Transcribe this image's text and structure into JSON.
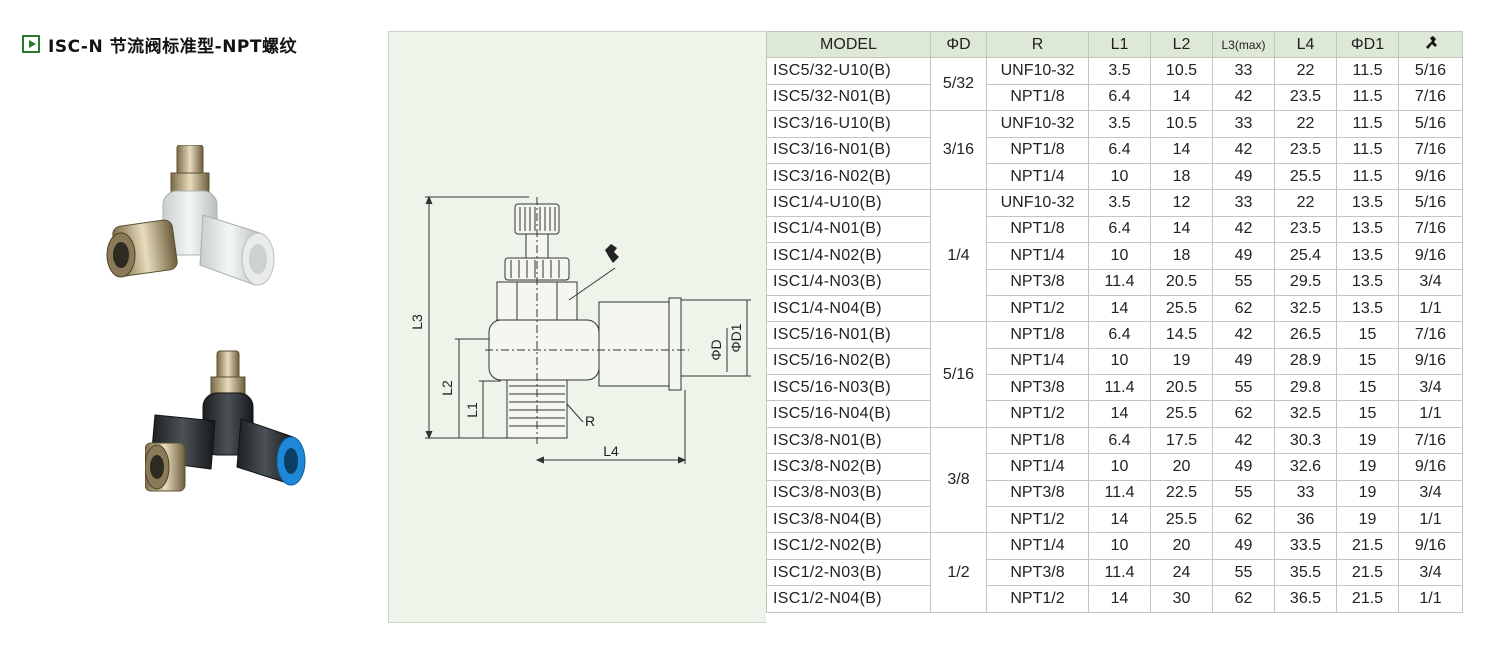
{
  "title": "ISC-N 节流阀标准型-NPT螺纹",
  "icons": {
    "title_marker": "play-icon",
    "last_column_header": "wrench-icon"
  },
  "drawing": {
    "labels": {
      "l1": "L1",
      "l2": "L2",
      "l3": "L3",
      "l4": "L4",
      "phi_d": "ΦD",
      "phi_d1": "ΦD1",
      "r": "R"
    }
  },
  "table": {
    "headers": [
      "MODEL",
      "ΦD",
      "R",
      "L1",
      "L2",
      "L3(max)",
      "L4",
      "ΦD1"
    ],
    "groups": [
      {
        "phi_d": "5/32",
        "rows": [
          [
            "ISC5/32-U10(B)",
            "UNF10-32",
            "3.5",
            "10.5",
            "33",
            "22",
            "11.5",
            "5/16"
          ],
          [
            "ISC5/32-N01(B)",
            "NPT1/8",
            "6.4",
            "14",
            "42",
            "23.5",
            "11.5",
            "7/16"
          ]
        ]
      },
      {
        "phi_d": "3/16",
        "rows": [
          [
            "ISC3/16-U10(B)",
            "UNF10-32",
            "3.5",
            "10.5",
            "33",
            "22",
            "11.5",
            "5/16"
          ],
          [
            "ISC3/16-N01(B)",
            "NPT1/8",
            "6.4",
            "14",
            "42",
            "23.5",
            "11.5",
            "7/16"
          ],
          [
            "ISC3/16-N02(B)",
            "NPT1/4",
            "10",
            "18",
            "49",
            "25.5",
            "11.5",
            "9/16"
          ]
        ]
      },
      {
        "phi_d": "1/4",
        "rows": [
          [
            "ISC1/4-U10(B)",
            "UNF10-32",
            "3.5",
            "12",
            "33",
            "22",
            "13.5",
            "5/16"
          ],
          [
            "ISC1/4-N01(B)",
            "NPT1/8",
            "6.4",
            "14",
            "42",
            "23.5",
            "13.5",
            "7/16"
          ],
          [
            "ISC1/4-N02(B)",
            "NPT1/4",
            "10",
            "18",
            "49",
            "25.4",
            "13.5",
            "9/16"
          ],
          [
            "ISC1/4-N03(B)",
            "NPT3/8",
            "11.4",
            "20.5",
            "55",
            "29.5",
            "13.5",
            "3/4"
          ],
          [
            "ISC1/4-N04(B)",
            "NPT1/2",
            "14",
            "25.5",
            "62",
            "32.5",
            "13.5",
            "1/1"
          ]
        ]
      },
      {
        "phi_d": "5/16",
        "rows": [
          [
            "ISC5/16-N01(B)",
            "NPT1/8",
            "6.4",
            "14.5",
            "42",
            "26.5",
            "15",
            "7/16"
          ],
          [
            "ISC5/16-N02(B)",
            "NPT1/4",
            "10",
            "19",
            "49",
            "28.9",
            "15",
            "9/16"
          ],
          [
            "ISC5/16-N03(B)",
            "NPT3/8",
            "11.4",
            "20.5",
            "55",
            "29.8",
            "15",
            "3/4"
          ],
          [
            "ISC5/16-N04(B)",
            "NPT1/2",
            "14",
            "25.5",
            "62",
            "32.5",
            "15",
            "1/1"
          ]
        ]
      },
      {
        "phi_d": "3/8",
        "rows": [
          [
            "ISC3/8-N01(B)",
            "NPT1/8",
            "6.4",
            "17.5",
            "42",
            "30.3",
            "19",
            "7/16"
          ],
          [
            "ISC3/8-N02(B)",
            "NPT1/4",
            "10",
            "20",
            "49",
            "32.6",
            "19",
            "9/16"
          ],
          [
            "ISC3/8-N03(B)",
            "NPT3/8",
            "11.4",
            "22.5",
            "55",
            "33",
            "19",
            "3/4"
          ],
          [
            "ISC3/8-N04(B)",
            "NPT1/2",
            "14",
            "25.5",
            "62",
            "36",
            "19",
            "1/1"
          ]
        ]
      },
      {
        "phi_d": "1/2",
        "rows": [
          [
            "ISC1/2-N02(B)",
            "NPT1/4",
            "10",
            "20",
            "49",
            "33.5",
            "21.5",
            "9/16"
          ],
          [
            "ISC1/2-N03(B)",
            "NPT3/8",
            "11.4",
            "24",
            "55",
            "35.5",
            "21.5",
            "3/4"
          ],
          [
            "ISC1/2-N04(B)",
            "NPT1/2",
            "14",
            "30",
            "62",
            "36.5",
            "21.5",
            "1/1"
          ]
        ]
      }
    ]
  }
}
